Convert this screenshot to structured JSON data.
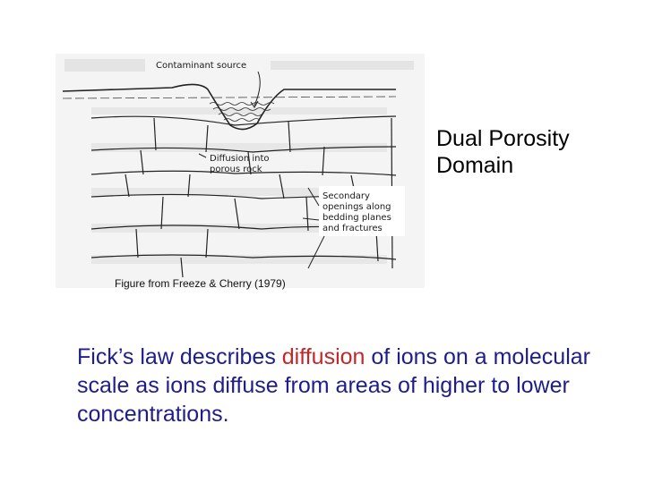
{
  "figure": {
    "labels": {
      "source": "Contaminant source",
      "diffusion_line1": "Diffusion into",
      "diffusion_line2": "porous rock",
      "secondary_line1": "Secondary",
      "secondary_line2": "openings along",
      "secondary_line3": "bedding planes",
      "secondary_line4": "and fractures"
    },
    "caption": "Figure from Freeze & Cherry (1979)"
  },
  "side_title": {
    "line1": "Dual Porosity",
    "line2": "Domain"
  },
  "body": {
    "before": "Fick’s law describes ",
    "highlight": "diffusion",
    "after": " of ions on a molecular scale as ions diffuse from areas of higher to lower concentrations."
  },
  "colors": {
    "body_text": "#1f1d8a",
    "highlight": "#c42727",
    "figure_background": "#ffffff"
  }
}
